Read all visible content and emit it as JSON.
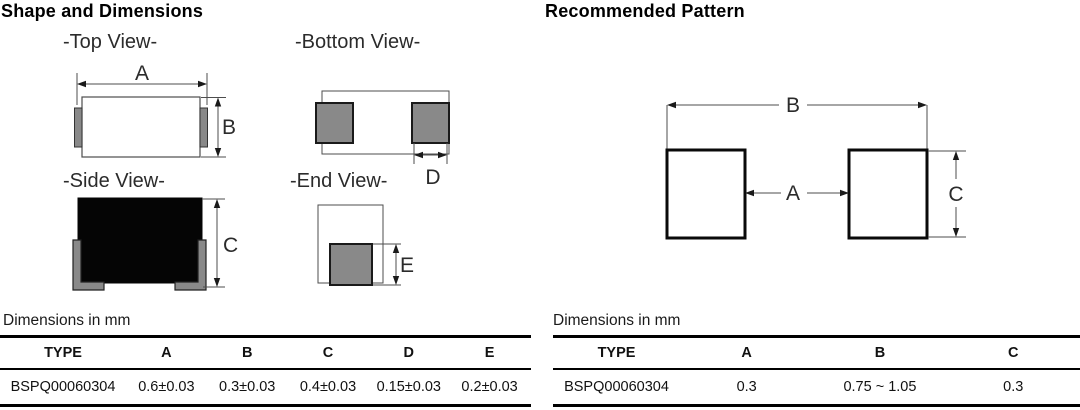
{
  "left": {
    "title": "Shape and Dimensions",
    "views": {
      "top": "-Top View-",
      "bottom": "-Bottom View-",
      "side": "-Side View-",
      "end": "-End View-"
    },
    "dim_labels": {
      "A": "A",
      "B": "B",
      "C": "C",
      "D": "D",
      "E": "E"
    },
    "units_note": "Dimensions in mm",
    "table": {
      "headers": [
        "TYPE",
        "A",
        "B",
        "C",
        "D",
        "E"
      ],
      "rows": [
        [
          "BSPQ00060304",
          "0.6±0.03",
          "0.3±0.03",
          "0.4±0.03",
          "0.15±0.03",
          "0.2±0.03"
        ]
      ]
    }
  },
  "right": {
    "title": "Recommended Pattern",
    "dim_labels": {
      "A": "A",
      "B": "B",
      "C": "C"
    },
    "units_note": "Dimensions in mm",
    "table": {
      "headers": [
        "TYPE",
        "A",
        "B",
        "C"
      ],
      "rows": [
        [
          "BSPQ00060304",
          "0.3",
          "0.75 ~ 1.05",
          "0.3"
        ]
      ]
    }
  },
  "colors": {
    "pad_gray": "#898989",
    "shape_black": "#050505",
    "line_gray": "#4d4d4d",
    "text_black": "#000000"
  }
}
